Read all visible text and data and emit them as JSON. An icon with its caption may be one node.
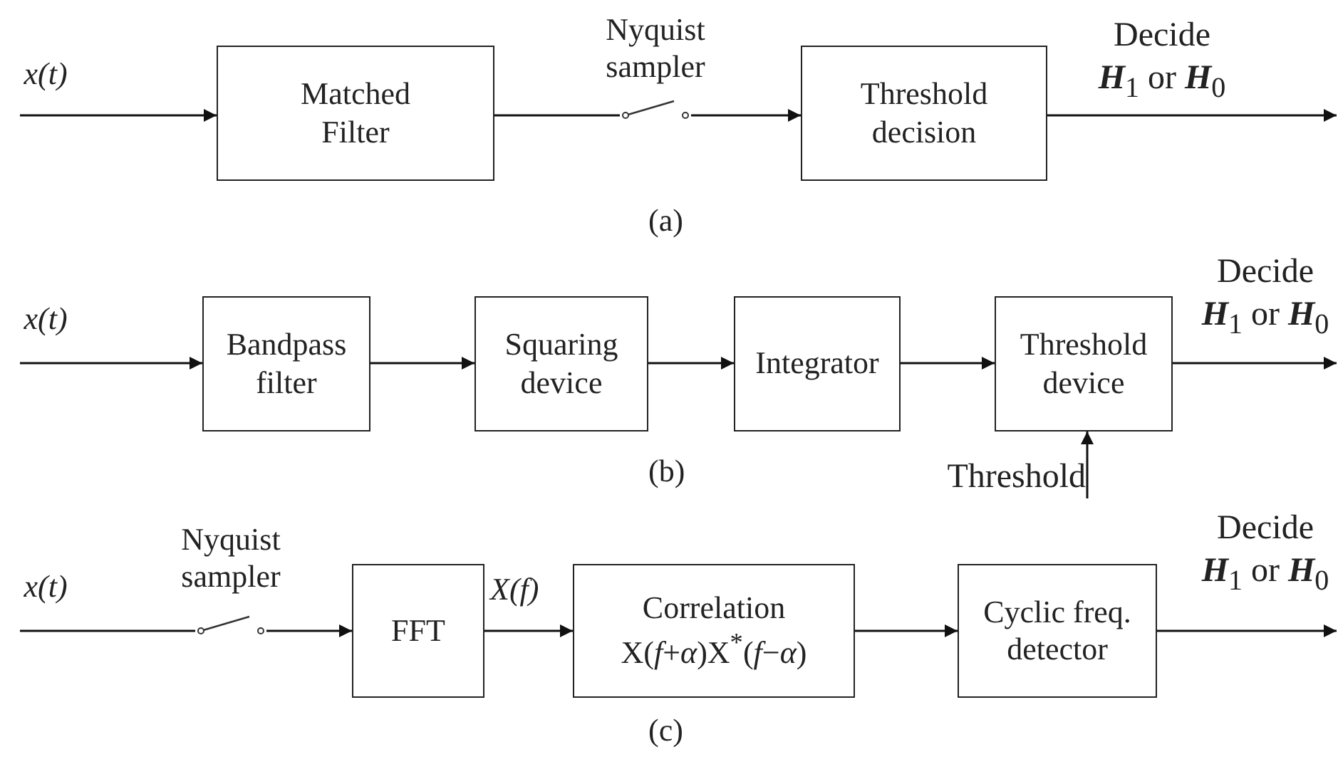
{
  "diagram": {
    "nodes": [
      {
        "text": [
          "x(t)"
        ]
      },
      {
        "text": [
          "Matched Filter"
        ]
      },
      {
        "text": [
          "Nyquist sampler"
        ]
      },
      {
        "text": [
          "Threshold decision"
        ]
      },
      {
        "text": [
          "Decide **H**$_{1}$ or **H**$_{0}$"
        ]
      },
      {
        "text": [
          "x(t)"
        ]
      },
      {
        "text": [
          "Bandpass filter"
        ]
      },
      {
        "text": [
          "Squaring device"
        ]
      },
      {
        "text": [
          "Integrator"
        ]
      },
      {
        "text": [
          "Threshold device"
        ]
      },
      {
        "text": [
          "Decide **H**$_{1}$ or **H**$_{0}$"
        ]
      },
      {
        "text": [
          "Threshold"
        ]
      },
      {
        "text": [
          "x(t)"
        ]
      },
      {
        "text": [
          "Nyquist sampler"
        ]
      },
      {
        "text": [
          "FFT"
        ]
      },
      {
        "text": [
          "Correlation",
          "X(*f*+*α*)X$^{*}$(*f*−*α*)"
        ]
      },
      {
        "text": [
          "Cyclic freq. detector"
        ]
      },
      {
        "text": [
          "Decide **H**$_{1}$ or **H**$_{0}$"
        ]
      }
    ],
    "edges": [
      {
        "from": 0,
        "to": 1,
        "arrow": "to"
      },
      {
        "from": 1,
        "to": 2,
        "arrow": "none"
      },
      {
        "from": 2,
        "to": 3,
        "arrow": "to"
      },
      {
        "from": 3,
        "to": 4,
        "arrow": "to"
      },
      {
        "from": 5,
        "to": 6,
        "arrow": "to"
      },
      {
        "from": 6,
        "to": 7,
        "arrow": "to"
      },
      {
        "from": 7,
        "to": 8,
        "arrow": "to"
      },
      {
        "from": 8,
        "to": 9,
        "arrow": "to"
      },
      {
        "from": 9,
        "to": 10,
        "arrow": "to"
      },
      {
        "from": 11,
        "to": 9,
        "arrow": "to"
      },
      {
        "from": 12,
        "to": 13,
        "arrow": "none"
      },
      {
        "from": 13,
        "to": 14,
        "arrow": "to"
      },
      {
        "from": 14,
        "to": 15,
        "arrow": "to",
        "label": "X(f)"
      },
      {
        "from": 15,
        "to": 16,
        "arrow": "to"
      },
      {
        "from": 16,
        "to": 17,
        "arrow": "to"
      }
    ],
    "labels": [
      "(a)",
      "(b)",
      "(c)"
    ]
  }
}
